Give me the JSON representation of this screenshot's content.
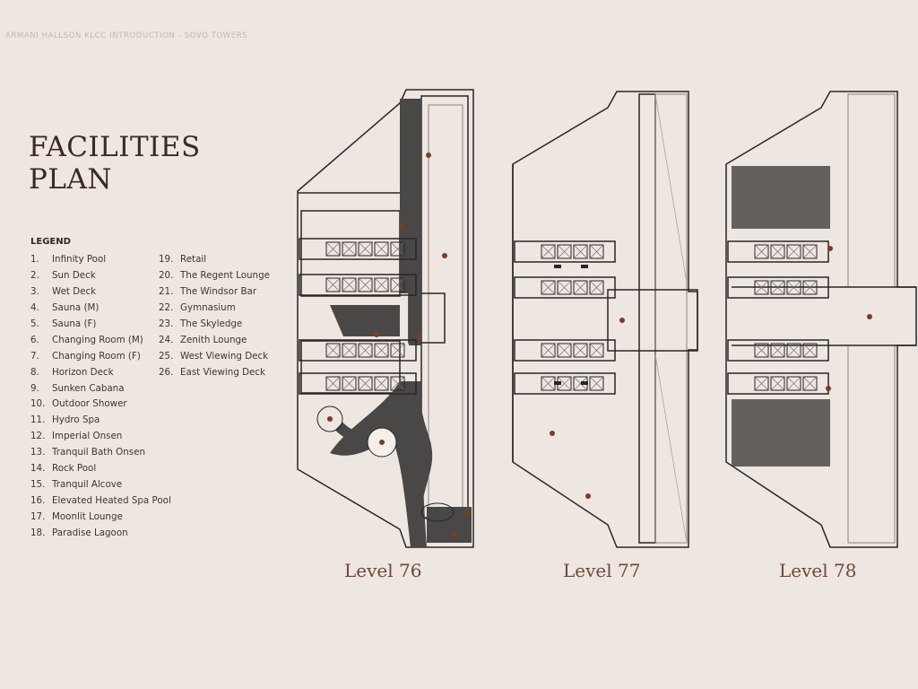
{
  "header": "ARMANI HALLSON KLCC INTRODUCTION - SOVO TOWERS",
  "title_line1": "FACILITIES",
  "title_line2": "PLAN",
  "legend": {
    "heading": "LEGEND",
    "items": [
      {
        "num": "1.",
        "label": "Infinity Pool"
      },
      {
        "num": "2.",
        "label": "Sun Deck"
      },
      {
        "num": "3.",
        "label": "Wet Deck"
      },
      {
        "num": "4.",
        "label": "Sauna (M)"
      },
      {
        "num": "5.",
        "label": "Sauna (F)"
      },
      {
        "num": "6.",
        "label": "Changing Room (M)"
      },
      {
        "num": "7.",
        "label": "Changing Room (F)"
      },
      {
        "num": "8.",
        "label": "Horizon Deck"
      },
      {
        "num": "9.",
        "label": "Sunken Cabana"
      },
      {
        "num": "10.",
        "label": "Outdoor Shower"
      },
      {
        "num": "11.",
        "label": "Hydro Spa"
      },
      {
        "num": "12.",
        "label": "Imperial Onsen"
      },
      {
        "num": "13.",
        "label": "Tranquil Bath Onsen"
      },
      {
        "num": "14.",
        "label": "Rock Pool"
      },
      {
        "num": "15.",
        "label": "Tranquil Alcove"
      },
      {
        "num": "16.",
        "label": "Elevated Heated Spa Pool"
      },
      {
        "num": "17.",
        "label": "Moonlit Lounge"
      },
      {
        "num": "18.",
        "label": "Paradise Lagoon"
      },
      {
        "num": "19.",
        "label": "Retail"
      },
      {
        "num": "20.",
        "label": "The Regent Lounge"
      },
      {
        "num": "21.",
        "label": "The Windsor Bar"
      },
      {
        "num": "22.",
        "label": "Gymnasium"
      },
      {
        "num": "23.",
        "label": "The Skyledge"
      },
      {
        "num": "24.",
        "label": "Zenith Lounge"
      },
      {
        "num": "25.",
        "label": "West Viewing Deck"
      },
      {
        "num": "26.",
        "label": "East Viewing Deck"
      }
    ]
  },
  "levels": [
    "Level 76",
    "Level 77",
    "Level 78"
  ],
  "colors": {
    "background": "#ede6e1",
    "title": "#3b2a22",
    "level_label": "#6b4a36",
    "deck": "#4a4846",
    "marker": "#7a3e22"
  }
}
